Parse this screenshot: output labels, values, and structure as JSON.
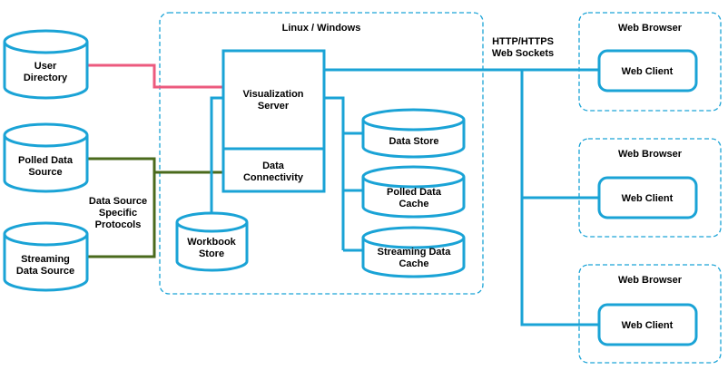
{
  "diagram": {
    "colors": {
      "shape_stroke": "#1aa3d6",
      "user_link": "#ec5a7e",
      "data_link": "#4a6a1c",
      "text": "#000000"
    },
    "host_frame": {
      "label": "Linux / Windows"
    },
    "protocol_label": {
      "line1": "HTTP/HTTPS",
      "line2": "Web Sockets"
    },
    "source_protocols_label": {
      "line1": "Data Source",
      "line2": "Specific",
      "line3": "Protocols"
    },
    "user_directory": {
      "line1": "User",
      "line2": "Directory"
    },
    "polled_source": {
      "line1": "Polled Data",
      "line2": "Source"
    },
    "streaming_source": {
      "line1": "Streaming",
      "line2": "Data Source"
    },
    "visualization_server": {
      "line1": "Visualization",
      "line2": "Server"
    },
    "data_connectivity": {
      "line1": "Data",
      "line2": "Connectivity"
    },
    "workbook_store": {
      "line1": "Workbook",
      "line2": "Store"
    },
    "data_store": {
      "line1": "Data Store"
    },
    "polled_cache": {
      "line1": "Polled Data",
      "line2": "Cache"
    },
    "streaming_cache": {
      "line1": "Streaming Data",
      "line2": "Cache"
    },
    "browsers": [
      {
        "title": "Web Browser",
        "client": "Web Client"
      },
      {
        "title": "Web Browser",
        "client": "Web Client"
      },
      {
        "title": "Web Browser",
        "client": "Web Client"
      }
    ]
  }
}
